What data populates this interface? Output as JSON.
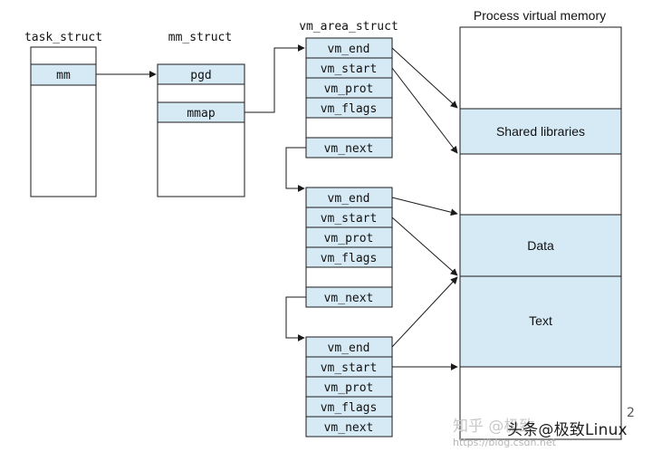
{
  "task_struct": {
    "title": "task_struct",
    "mm_label": "mm"
  },
  "mm_struct": {
    "title": "mm_struct",
    "pgd_label": "pgd",
    "mmap_label": "mmap"
  },
  "vm_area_struct": {
    "title": "vm_area_struct",
    "areas": [
      {
        "fields": [
          "vm_end",
          "vm_start",
          "vm_prot",
          "vm_flags",
          "",
          "vm_next"
        ]
      },
      {
        "fields": [
          "vm_end",
          "vm_start",
          "vm_prot",
          "vm_flags",
          "",
          "vm_next"
        ]
      },
      {
        "fields": [
          "vm_end",
          "vm_start",
          "vm_prot",
          "vm_flags",
          "vm_next"
        ]
      }
    ]
  },
  "virtual_memory": {
    "title": "Process virtual memory",
    "regions": [
      {
        "label": "",
        "shaded": false
      },
      {
        "label": "Shared libraries",
        "shaded": true
      },
      {
        "label": "",
        "shaded": false
      },
      {
        "label": "Data",
        "shaded": true
      },
      {
        "label": "Text",
        "shaded": true
      },
      {
        "label": "",
        "shaded": false
      }
    ]
  },
  "colors": {
    "shaded_fill": "#d6eaf6",
    "stroke": "#1a1a1a",
    "text": "#111111"
  },
  "watermark": {
    "main": "头条@极致Linux",
    "faint": "知乎 @极致",
    "url": "https://blog.csdn.net",
    "corner": "2"
  }
}
